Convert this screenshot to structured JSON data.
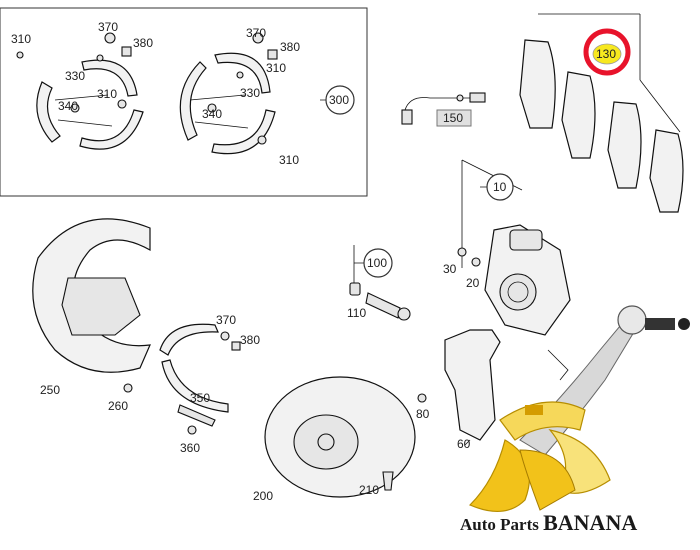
{
  "callouts": {
    "c10": "10",
    "c20": "20",
    "c30": "30",
    "c60": "60",
    "c80": "80",
    "c100": "100",
    "c110": "110",
    "c130": "130",
    "c150": "150",
    "c200": "200",
    "c210": "210",
    "c250": "250",
    "c260": "260",
    "c300": "300",
    "c310": "310",
    "c330": "330",
    "c340": "340",
    "c350": "350",
    "c360": "360",
    "c370": "370",
    "c380": "380"
  },
  "brand": {
    "name_prefix": "Auto Parts ",
    "name_main": "BANANA"
  },
  "colors": {
    "highlight_ring": "#e8132b",
    "highlight_fill": "#f7e81f",
    "brand_text": "#1a1a1a",
    "banana": "#f2c21a"
  }
}
